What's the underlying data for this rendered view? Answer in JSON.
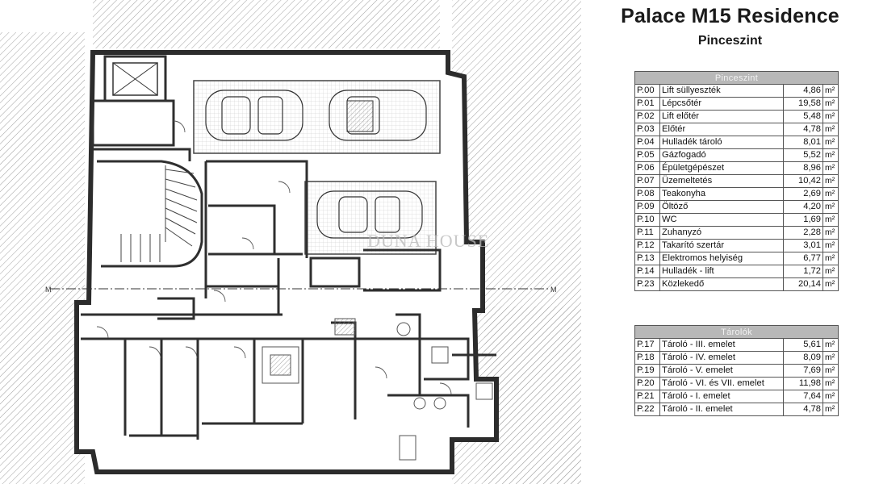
{
  "title": "Palace M15 Residence",
  "subtitle": "Pinceszint",
  "table1": {
    "header": "Pinceszint",
    "rows": [
      {
        "code": "P.00",
        "name": "Lift süllyeszték",
        "value": "4,86",
        "unit": "m²"
      },
      {
        "code": "P.01",
        "name": "Lépcsőtér",
        "value": "19,58",
        "unit": "m²"
      },
      {
        "code": "P.02",
        "name": "Lift előtér",
        "value": "5,48",
        "unit": "m²"
      },
      {
        "code": "P.03",
        "name": "Előtér",
        "value": "4,78",
        "unit": "m²"
      },
      {
        "code": "P.04",
        "name": "Hulladék tároló",
        "value": "8,01",
        "unit": "m²"
      },
      {
        "code": "P.05",
        "name": "Gázfogadó",
        "value": "5,52",
        "unit": "m²"
      },
      {
        "code": "P.06",
        "name": "Épületgépészet",
        "value": "8,96",
        "unit": "m²"
      },
      {
        "code": "P.07",
        "name": "Üzemeltetés",
        "value": "10,42",
        "unit": "m²"
      },
      {
        "code": "P.08",
        "name": "Teakonyha",
        "value": "2,69",
        "unit": "m²"
      },
      {
        "code": "P.09",
        "name": "Öltöző",
        "value": "4,20",
        "unit": "m²"
      },
      {
        "code": "P.10",
        "name": "WC",
        "value": "1,69",
        "unit": "m²"
      },
      {
        "code": "P.11",
        "name": "Zuhanyzó",
        "value": "2,28",
        "unit": "m²"
      },
      {
        "code": "P.12",
        "name": "Takarító szertár",
        "value": "3,01",
        "unit": "m²"
      },
      {
        "code": "P.13",
        "name": "Elektromos helyiség",
        "value": "6,77",
        "unit": "m²"
      },
      {
        "code": "P.14",
        "name": "Hulladék - lift",
        "value": "1,72",
        "unit": "m²"
      },
      {
        "code": "P.23",
        "name": "Közlekedő",
        "value": "20,14",
        "unit": "m²"
      }
    ]
  },
  "table2": {
    "header": "Tárolók",
    "rows": [
      {
        "code": "P.17",
        "name": "Tároló - III. emelet",
        "value": "5,61",
        "unit": "m²"
      },
      {
        "code": "P.18",
        "name": "Tároló - IV. emelet",
        "value": "8,09",
        "unit": "m²"
      },
      {
        "code": "P.19",
        "name": "Tároló - V. emelet",
        "value": "7,69",
        "unit": "m²"
      },
      {
        "code": "P.20",
        "name": "Tároló - VI. és VII. emelet",
        "value": "11,98",
        "unit": "m²"
      },
      {
        "code": "P.21",
        "name": "Tároló - I. emelet",
        "value": "7,64",
        "unit": "m²"
      },
      {
        "code": "P.22",
        "name": "Tároló - II. emelet",
        "value": "4,78",
        "unit": "m²"
      }
    ]
  },
  "plan": {
    "section_marker": "M",
    "watermark": "DUNA HOUSE"
  },
  "colors": {
    "text": "#111111",
    "table_header_bg": "#b8b8b8",
    "plan_line": "#3a3a3a",
    "hatch": "#9a9a9a"
  }
}
